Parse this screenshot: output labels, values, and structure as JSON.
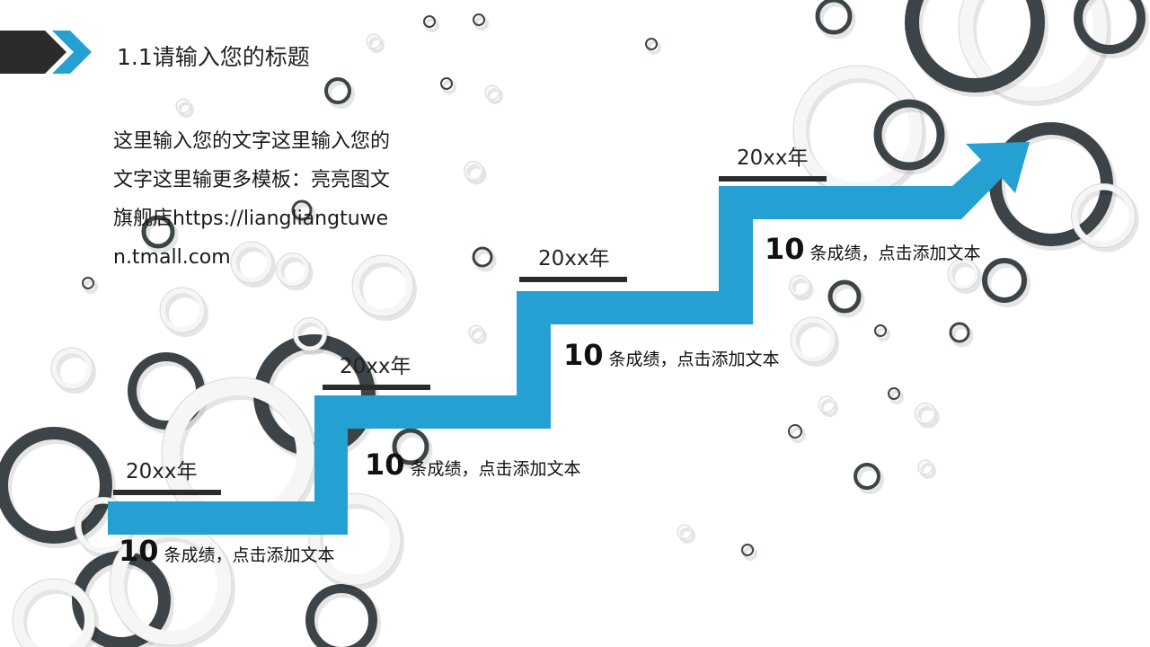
{
  "title": "1.1请输入您的标题",
  "body_text": "这里输入您的文字这里输入您的文字这里输更多模板：亮亮图文旗舰店https://liangliangtuwen.tmall.com",
  "colors": {
    "accent": "#25a0d2",
    "dark": "#2b2b2b",
    "ring_dark": "#3c4447"
  },
  "steps": [
    {
      "year": "20xx年",
      "number": "10",
      "text": "条成绩，点击添加文本"
    },
    {
      "year": "20xx年",
      "number": "10",
      "text": "条成绩，点击添加文本"
    },
    {
      "year": "20xx年",
      "number": "10",
      "text": "条成绩，点击添加文本"
    },
    {
      "year": "20xx年",
      "number": "10",
      "text": "条成绩，点击添加文本"
    }
  ]
}
